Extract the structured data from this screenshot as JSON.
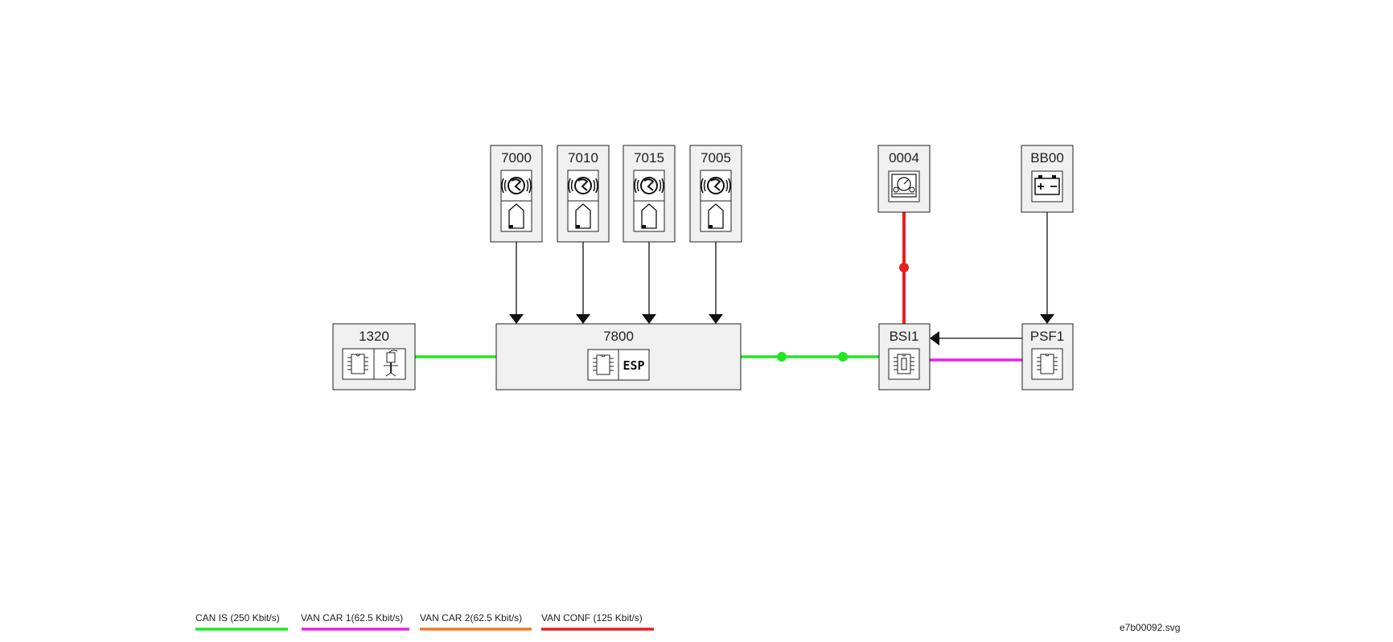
{
  "nodes": {
    "n1320": "1320",
    "n7800": "7800",
    "n7000": "7000",
    "n7010": "7010",
    "n7015": "7015",
    "n7005": "7005",
    "n0004": "0004",
    "nBB00": "BB00",
    "nBSI1": "BSI1",
    "nPSF1": "PSF1",
    "esp_label": "ESP"
  },
  "legend": [
    {
      "label": "CAN IS (250 Kbit/s)",
      "color": "#22e622"
    },
    {
      "label": "VAN CAR 1(62.5 Kbit/s)",
      "color": "#e622e6"
    },
    {
      "label": "VAN CAR 2(62.5 Kbit/s)",
      "color": "#f07a22"
    },
    {
      "label": "VAN CONF (125 Kbit/s)",
      "color": "#e61e1e"
    }
  ],
  "colors": {
    "can_is": "#22e622",
    "van_car1": "#e622e6",
    "van_conf": "#e61e1e",
    "box_fill": "#f0f0f0",
    "stroke": "#222222"
  },
  "icons": {
    "wheel_sensor": "wheel-speed-sensor-icon",
    "ecu": "ecu-chip-icon",
    "injector": "injector-icon",
    "dashboard": "instrument-panel-icon",
    "battery": "battery-icon",
    "fuse": "fuse-icon"
  },
  "filename": "e7b00092.svg"
}
